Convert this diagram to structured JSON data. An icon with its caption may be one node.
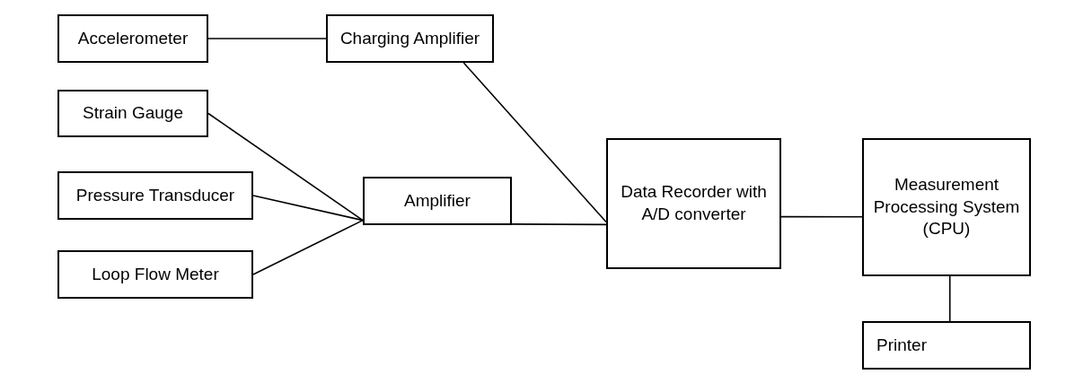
{
  "diagram": {
    "nodes": [
      {
        "text": [
          "Accelerometer"
        ]
      },
      {
        "text": [
          "Charging Amplifier"
        ]
      },
      {
        "text": [
          "Strain Gauge"
        ]
      },
      {
        "text": [
          "Pressure Transducer"
        ]
      },
      {
        "text": [
          "Loop Flow Meter"
        ]
      },
      {
        "text": [
          "Amplifier"
        ]
      },
      {
        "text": [
          "Data Recorder with A/D converter"
        ]
      },
      {
        "text": [
          "Measurement Processing System (CPU)"
        ]
      },
      {
        "text": [
          "Printer"
        ]
      }
    ],
    "edges": [
      {
        "from": 0,
        "to": 1,
        "arrow": "none"
      },
      {
        "from": 1,
        "to": 6,
        "arrow": "none"
      },
      {
        "from": 2,
        "to": 5,
        "arrow": "none"
      },
      {
        "from": 3,
        "to": 5,
        "arrow": "none"
      },
      {
        "from": 4,
        "to": 5,
        "arrow": "none"
      },
      {
        "from": 5,
        "to": 6,
        "arrow": "none"
      },
      {
        "from": 6,
        "to": 7,
        "arrow": "none"
      },
      {
        "from": 7,
        "to": 8,
        "arrow": "none"
      }
    ]
  }
}
